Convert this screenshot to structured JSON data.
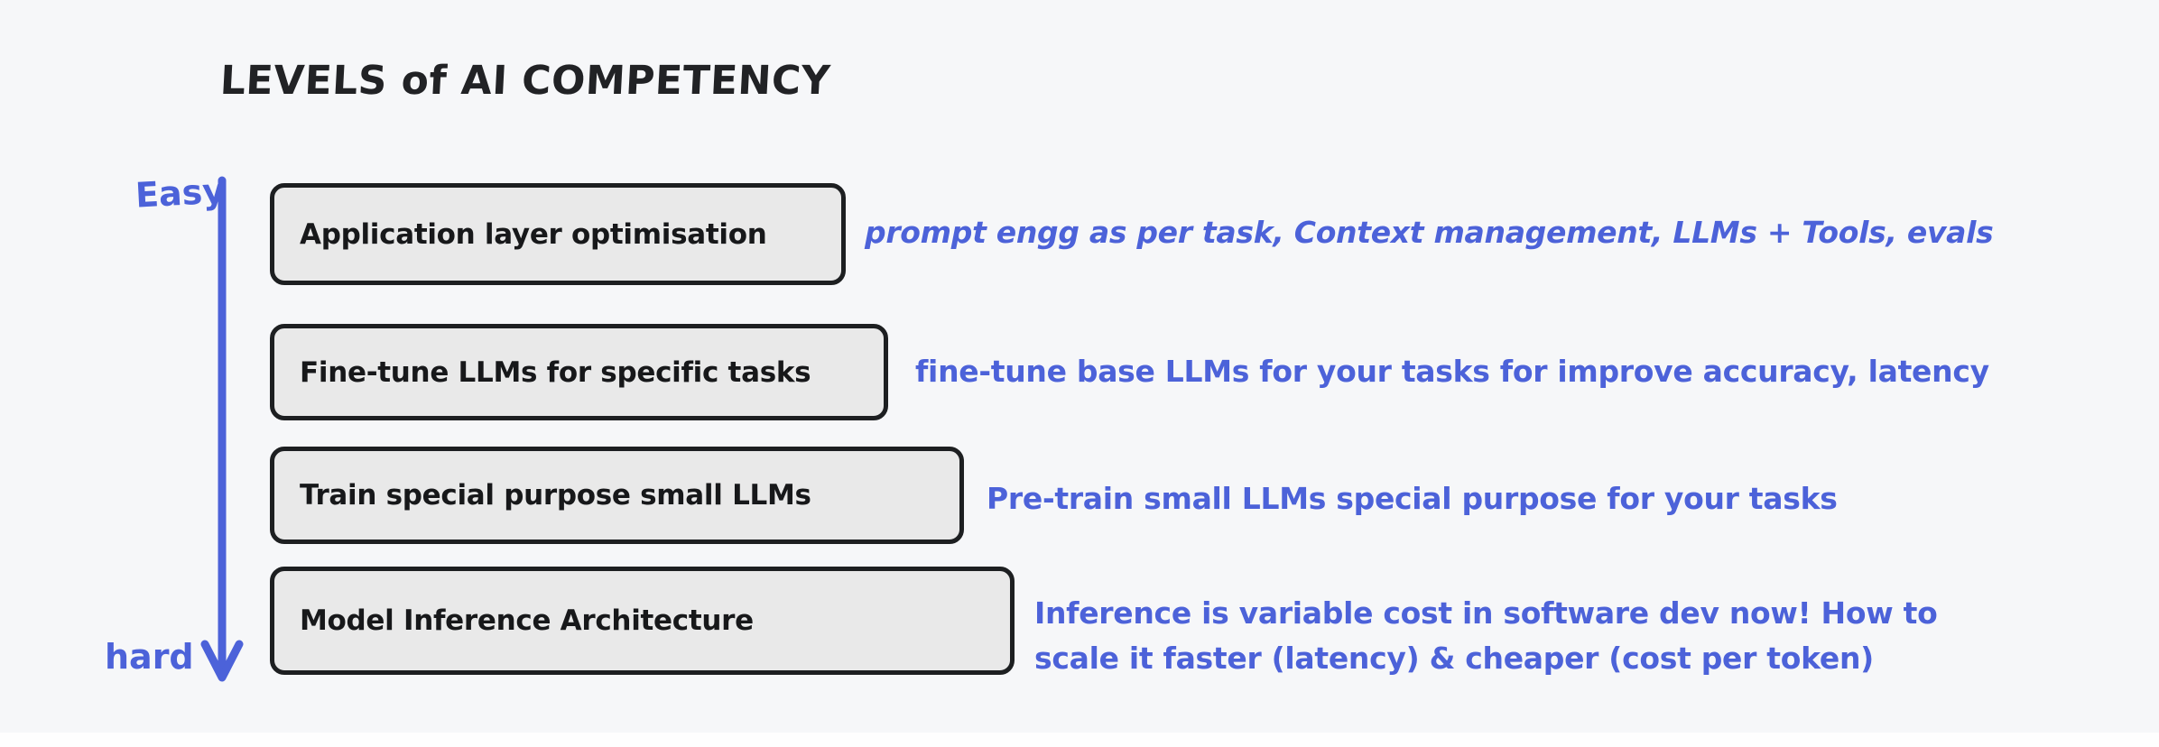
{
  "title": "LEVELS of AI COMPETENCY",
  "axis": {
    "top_label": "Easy",
    "bottom_label": "hard",
    "direction": "top-to-bottom"
  },
  "colors": {
    "accent_blue": "#4c62d9",
    "box_fill": "#e9e9e9",
    "box_border": "#1d1f21",
    "background": "#f6f7f9",
    "title_text": "#212225"
  },
  "icons": {
    "difficulty_arrow": "down-arrow-icon"
  },
  "levels": [
    {
      "label": "Application layer optimisation",
      "note": "prompt engg as per task, Context management, LLMs + Tools, evals"
    },
    {
      "label": "Fine-tune LLMs for specific tasks",
      "note": "fine-tune base LLMs for your tasks for improve accuracy, latency"
    },
    {
      "label": "Train special purpose small LLMs",
      "note": "Pre-train small LLMs special purpose for your tasks"
    },
    {
      "label": "Model Inference Architecture",
      "note_lines": [
        "Inference is variable cost in software dev now! How to",
        "scale it faster (latency) & cheaper (cost per token)"
      ]
    }
  ]
}
